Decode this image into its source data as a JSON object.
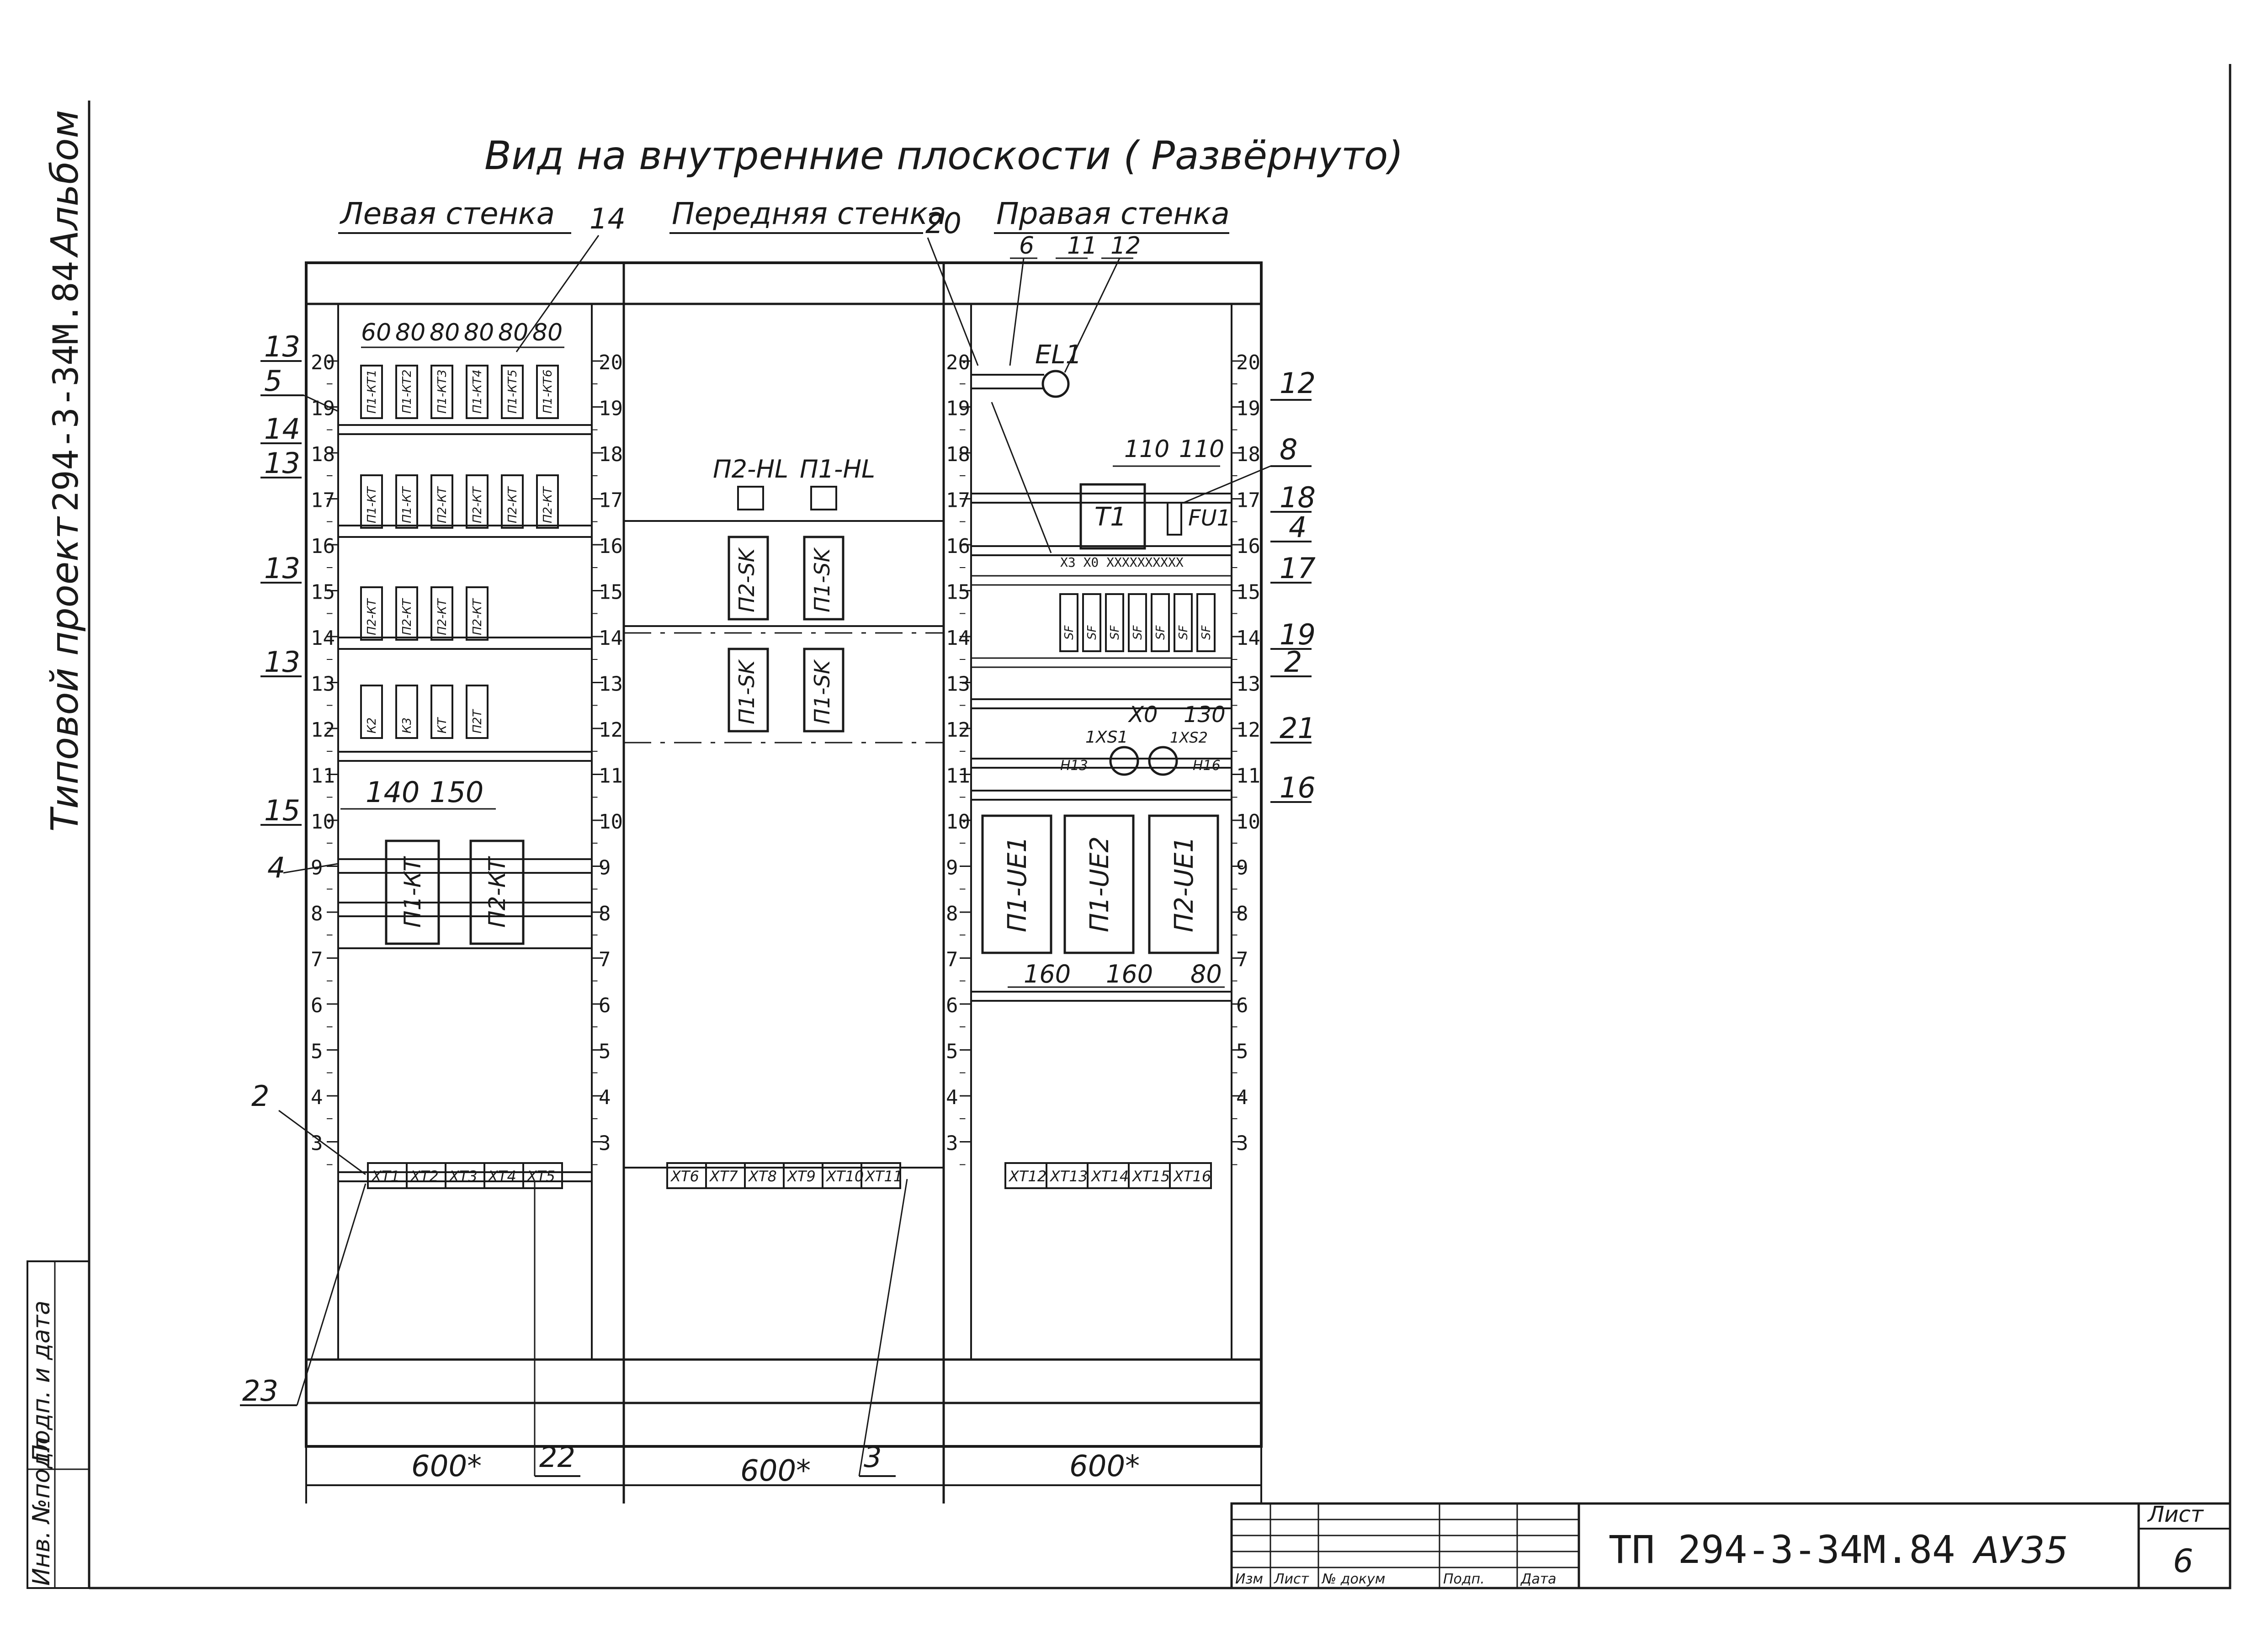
{
  "title": "Вид на внутренние плоскости ( Развёрнуто)",
  "walls": {
    "left": "Левая стенка",
    "front": "Передняя стенка",
    "right": "Правая стенка"
  },
  "side_text": {
    "line1": "Альбом",
    "line2": "294-3-34М.84",
    "line3": "Типовой проект"
  },
  "stamp_text": {
    "inv": "Инв. №подл",
    "sign": "Подп. и дата"
  },
  "scale_numbers": [
    "20",
    "19",
    "18",
    "17",
    "16",
    "15",
    "14",
    "13",
    "12",
    "11",
    "10",
    "9",
    "8",
    "7",
    "6",
    "5",
    "4",
    "3"
  ],
  "left_top_dims": [
    "60",
    "80",
    "80",
    "80",
    "80",
    "80"
  ],
  "left_rows": [
    {
      "items": [
        "П1-КТ1",
        "П1-КТ2",
        "П1-КТ3",
        "П1-КТ4",
        "П1-КТ5",
        "П1-КТ6"
      ]
    },
    {
      "items": [
        "П1-КТ",
        "П1-КТ",
        "П2-КТ",
        "П2-КТ",
        "П2-КТ",
        "П2-КТ"
      ]
    },
    {
      "items": [
        "П2-КТ",
        "П2-КТ",
        "П2-КТ",
        "П2-КТ"
      ]
    },
    {
      "items": [
        "К2",
        "К3",
        "КТ",
        "П2Т"
      ]
    }
  ],
  "left_dims2": [
    "140",
    "150"
  ],
  "left_big": [
    "П1-КТ",
    "П2-КТ"
  ],
  "front_hl": [
    "П2-HL",
    "П1-HL"
  ],
  "front_sk_top": [
    "П2-SK",
    "П1-SK"
  ],
  "front_sk_bot": [
    "П1-SK",
    "П1-SK"
  ],
  "right_top": {
    "el": "EL1",
    "t": "T1",
    "fu": "FU1",
    "dims": [
      "110",
      "110"
    ]
  },
  "right_terminal_labels": "X3 X0 XXXXXXXXXX",
  "right_switches": [
    "SF",
    "SF",
    "SF",
    "SF",
    "SF",
    "SF",
    "SF"
  ],
  "right_mid": {
    "d1": "X0",
    "d2": "130",
    "xs1": "1XS1",
    "xs2": "1XS2",
    "h13": "H13",
    "h16": "H16"
  },
  "right_big": [
    "П1-UE1",
    "П1-UE2",
    "П2-UE1"
  ],
  "right_dims": [
    "160",
    "160",
    "80"
  ],
  "terminals_left": [
    "XT1",
    "XT2",
    "XT3",
    "XT4",
    "XT5"
  ],
  "terminals_front": [
    "XT6",
    "XT7",
    "XT8",
    "XT9",
    "XT10",
    "XT11"
  ],
  "terminals_right": [
    "XT12",
    "XT13",
    "XT14",
    "XT15",
    "XT16"
  ],
  "bottom_dims": [
    "600*",
    "600*",
    "600*"
  ],
  "callouts_left": [
    "13",
    "5",
    "14",
    "13",
    "13",
    "13",
    "15",
    "4",
    "2",
    "23"
  ],
  "callouts_right": [
    "12",
    "8",
    "18",
    "4",
    "17",
    "19",
    "2",
    "21",
    "16"
  ],
  "callouts_top": [
    "14",
    "20",
    "6",
    "11",
    "12"
  ],
  "callouts_bottom": [
    "22",
    "3"
  ],
  "title_block": {
    "code": "ТП 294-3-34М.84",
    "sub": "АУ35",
    "sheet_label": "Лист",
    "sheet_no": "6",
    "cols": [
      "Изм",
      "Лист",
      "№ докум",
      "Подп.",
      "Дата"
    ]
  }
}
